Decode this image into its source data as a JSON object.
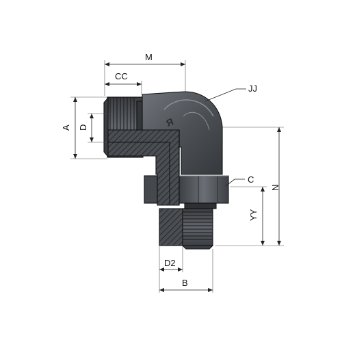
{
  "labels": {
    "M": "M",
    "CC": "CC",
    "JJ": "JJ",
    "A": "A",
    "D": "D",
    "C": "C",
    "N": "N",
    "YY": "YY",
    "D2": "D2",
    "B": "B"
  },
  "colors": {
    "body": "#4f5358",
    "body_dark": "#2f3236",
    "body_light": "#6d7278",
    "section": "#3a3d41",
    "hatch": "#1a1a1a",
    "nut": "#5b6066"
  }
}
